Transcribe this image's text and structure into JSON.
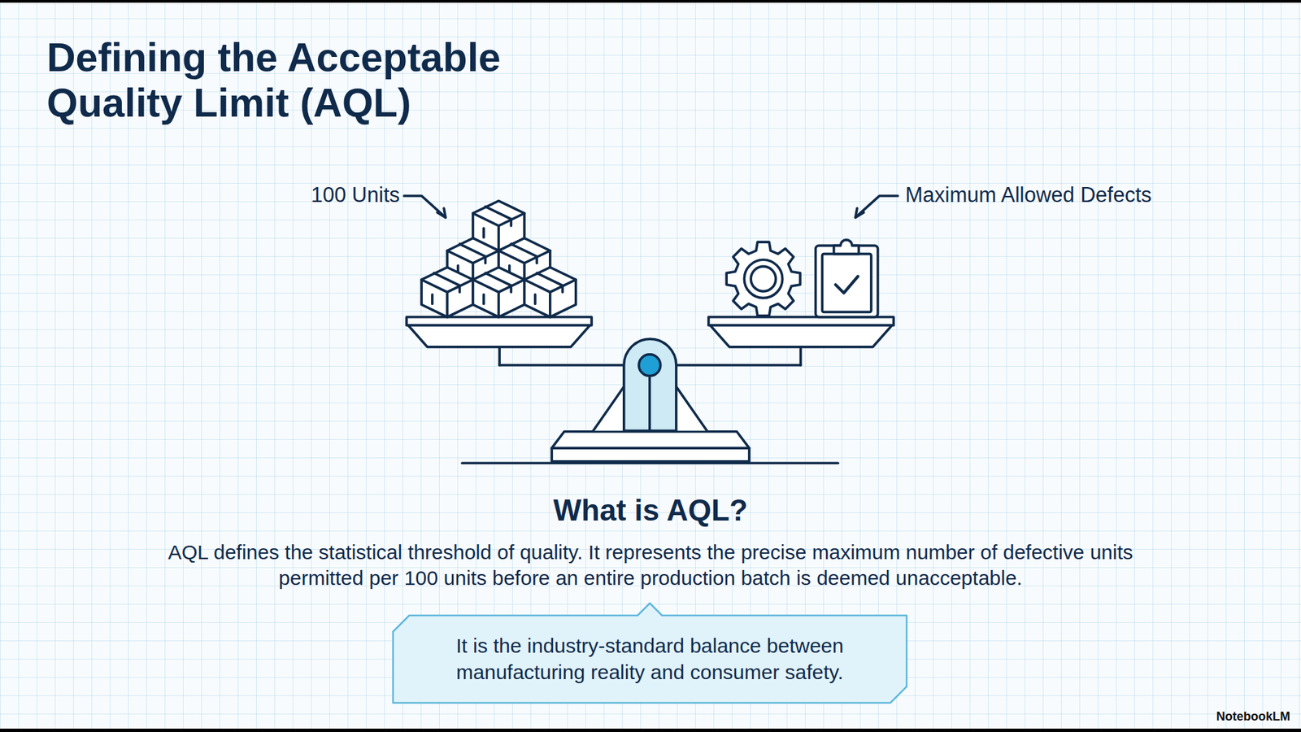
{
  "diagram": {
    "title": "Defining the Acceptable Quality Limit (AQL)",
    "nodes": [
      {
        "text": [
          "It is the industry-standard balance between manufacturing reality and consumer safety."
        ]
      }
    ],
    "labels": [
      "100 Units",
      "Maximum Allowed Defects",
      "What is AQL?",
      "AQL defines the statistical threshold of quality. It represents the precise maximum number of defective units permitted per 100 units before an entire production batch is deemed unacceptable.",
      "NotebookLM"
    ]
  }
}
